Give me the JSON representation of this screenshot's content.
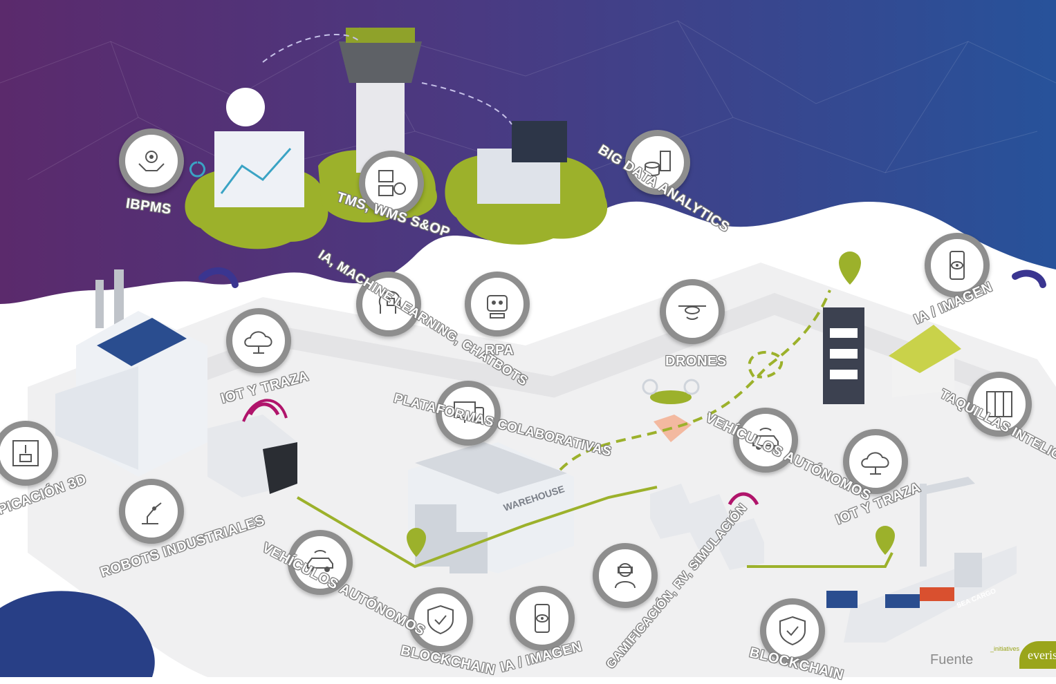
{
  "colors": {
    "purple": "#5a2a6e",
    "blue": "#2d4f8f",
    "green": "#9cb12b",
    "ring": "#8e8e8e",
    "magenta": "#b0146b"
  },
  "nodes": [
    {
      "id": "ibpms",
      "label": "IBPMS",
      "icon": "gear-hands-icon"
    },
    {
      "id": "tms",
      "label": "TMS, WMS S&OP",
      "icon": "dashboard-icon"
    },
    {
      "id": "bigdata",
      "label": "BIG DATA ANALYTICS",
      "icon": "database-icon"
    },
    {
      "id": "ia-ml",
      "label": "IA, MACHINE LEARNING, CHATBOTS",
      "icon": "brain-chip-icon"
    },
    {
      "id": "rpa",
      "label": "RPA",
      "icon": "robot-head-icon"
    },
    {
      "id": "drones",
      "label": "DRONES",
      "icon": "drone-icon"
    },
    {
      "id": "ia-imagen-top",
      "label": "IA / IMAGEN",
      "icon": "phone-eye-icon"
    },
    {
      "id": "iot-left",
      "label": "IOT Y TRAZA",
      "icon": "cloud-wifi-icon"
    },
    {
      "id": "plataformas",
      "label": "PLATAFORMAS COLABORATIVAS",
      "icon": "devices-icon"
    },
    {
      "id": "vehiculos-right",
      "label": "VEHÍCULOS AUTÓNOMOS",
      "icon": "car-icon"
    },
    {
      "id": "taquillas",
      "label": "TAQUILLAS INTELIGENTES",
      "icon": "lockers-icon"
    },
    {
      "id": "impresion",
      "label": "PICACIÓN 3D",
      "icon": "printer-3d-icon"
    },
    {
      "id": "robots",
      "label": "ROBOTS INDUSTRIALES",
      "icon": "robot-arm-icon"
    },
    {
      "id": "vehiculos-left",
      "label": "VEHÍCULOS AUTÓNOMOS",
      "icon": "car-icon"
    },
    {
      "id": "iot-right",
      "label": "IOT Y TRAZA",
      "icon": "cloud-wifi-icon"
    },
    {
      "id": "blockchain-left",
      "label": "BLOCKCHAIN",
      "icon": "shield-icon"
    },
    {
      "id": "ia-imagen-bottom",
      "label": "IA / IMAGEN",
      "icon": "phone-eye-icon"
    },
    {
      "id": "gamificacion",
      "label": "GAMIFICACIÓN, RV, SIMULACIÓN",
      "icon": "vr-headset-icon"
    },
    {
      "id": "blockchain-right",
      "label": "BLOCKCHAIN",
      "icon": "shield-icon"
    }
  ],
  "scene": {
    "warehouse_sign": "WAREHOUSE",
    "ship_name": "SEA CARGO"
  },
  "footer": {
    "source_label": "Fuente",
    "initiatives": "_initiatives",
    "brand": "everis"
  }
}
